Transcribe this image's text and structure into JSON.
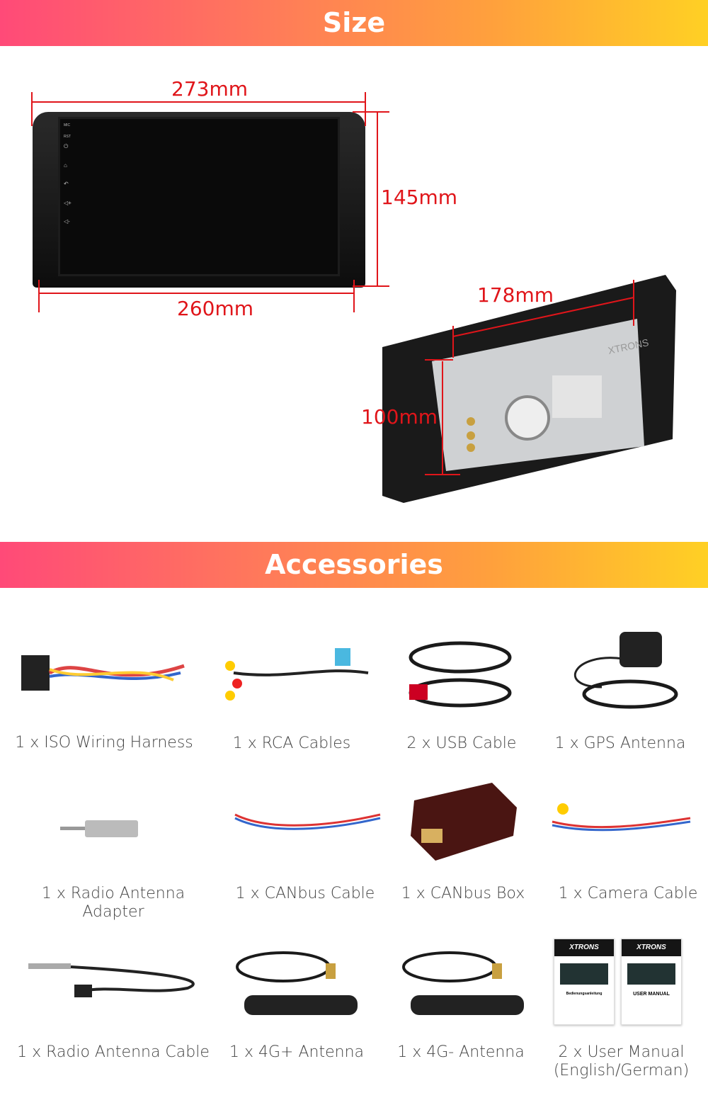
{
  "size_section": {
    "title": "Size",
    "front_width_top": "273mm",
    "front_height": "145mm",
    "front_width_bottom": "260mm",
    "back_width": "178mm",
    "back_height": "100mm",
    "device_buttons": [
      "MIC",
      "RST",
      "power-icon",
      "home-icon",
      "back-icon",
      "volume-up-icon",
      "volume-down-icon"
    ],
    "back_brand": "XTRONS"
  },
  "accessories_section": {
    "title": "Accessories",
    "items": [
      {
        "label": "1 x ISO Wiring Harness",
        "icon": "wiring-harness"
      },
      {
        "label": "1 x RCA Cables",
        "icon": "rca-cables"
      },
      {
        "label": "2 x USB Cable",
        "icon": "usb-cable"
      },
      {
        "label": "1 x GPS Antenna",
        "icon": "gps-antenna"
      },
      {
        "label": "1 x Radio Antenna Adapter",
        "icon": "antenna-adapter"
      },
      {
        "label": "1 x CANbus Cable",
        "icon": "canbus-cable"
      },
      {
        "label": "1 x CANbus Box",
        "icon": "canbus-box"
      },
      {
        "label": "1 x Camera Cable",
        "icon": "camera-cable"
      },
      {
        "label": "1 x Radio Antenna Cable",
        "icon": "antenna-cable"
      },
      {
        "label": "1 x 4G+ Antenna",
        "icon": "4g-antenna"
      },
      {
        "label": "1 x 4G- Antenna",
        "icon": "4g-antenna"
      },
      {
        "label": "2 x User Manual (English/German)",
        "icon": "manual"
      }
    ],
    "manuals": {
      "brand": "XTRONS",
      "german_title": "Bedienungsanleitung",
      "english_title": "USER MANUAL"
    }
  },
  "colors": {
    "dimension": "#e0151a",
    "gradient_start": "#ff4a78",
    "gradient_end": "#ffd024"
  }
}
